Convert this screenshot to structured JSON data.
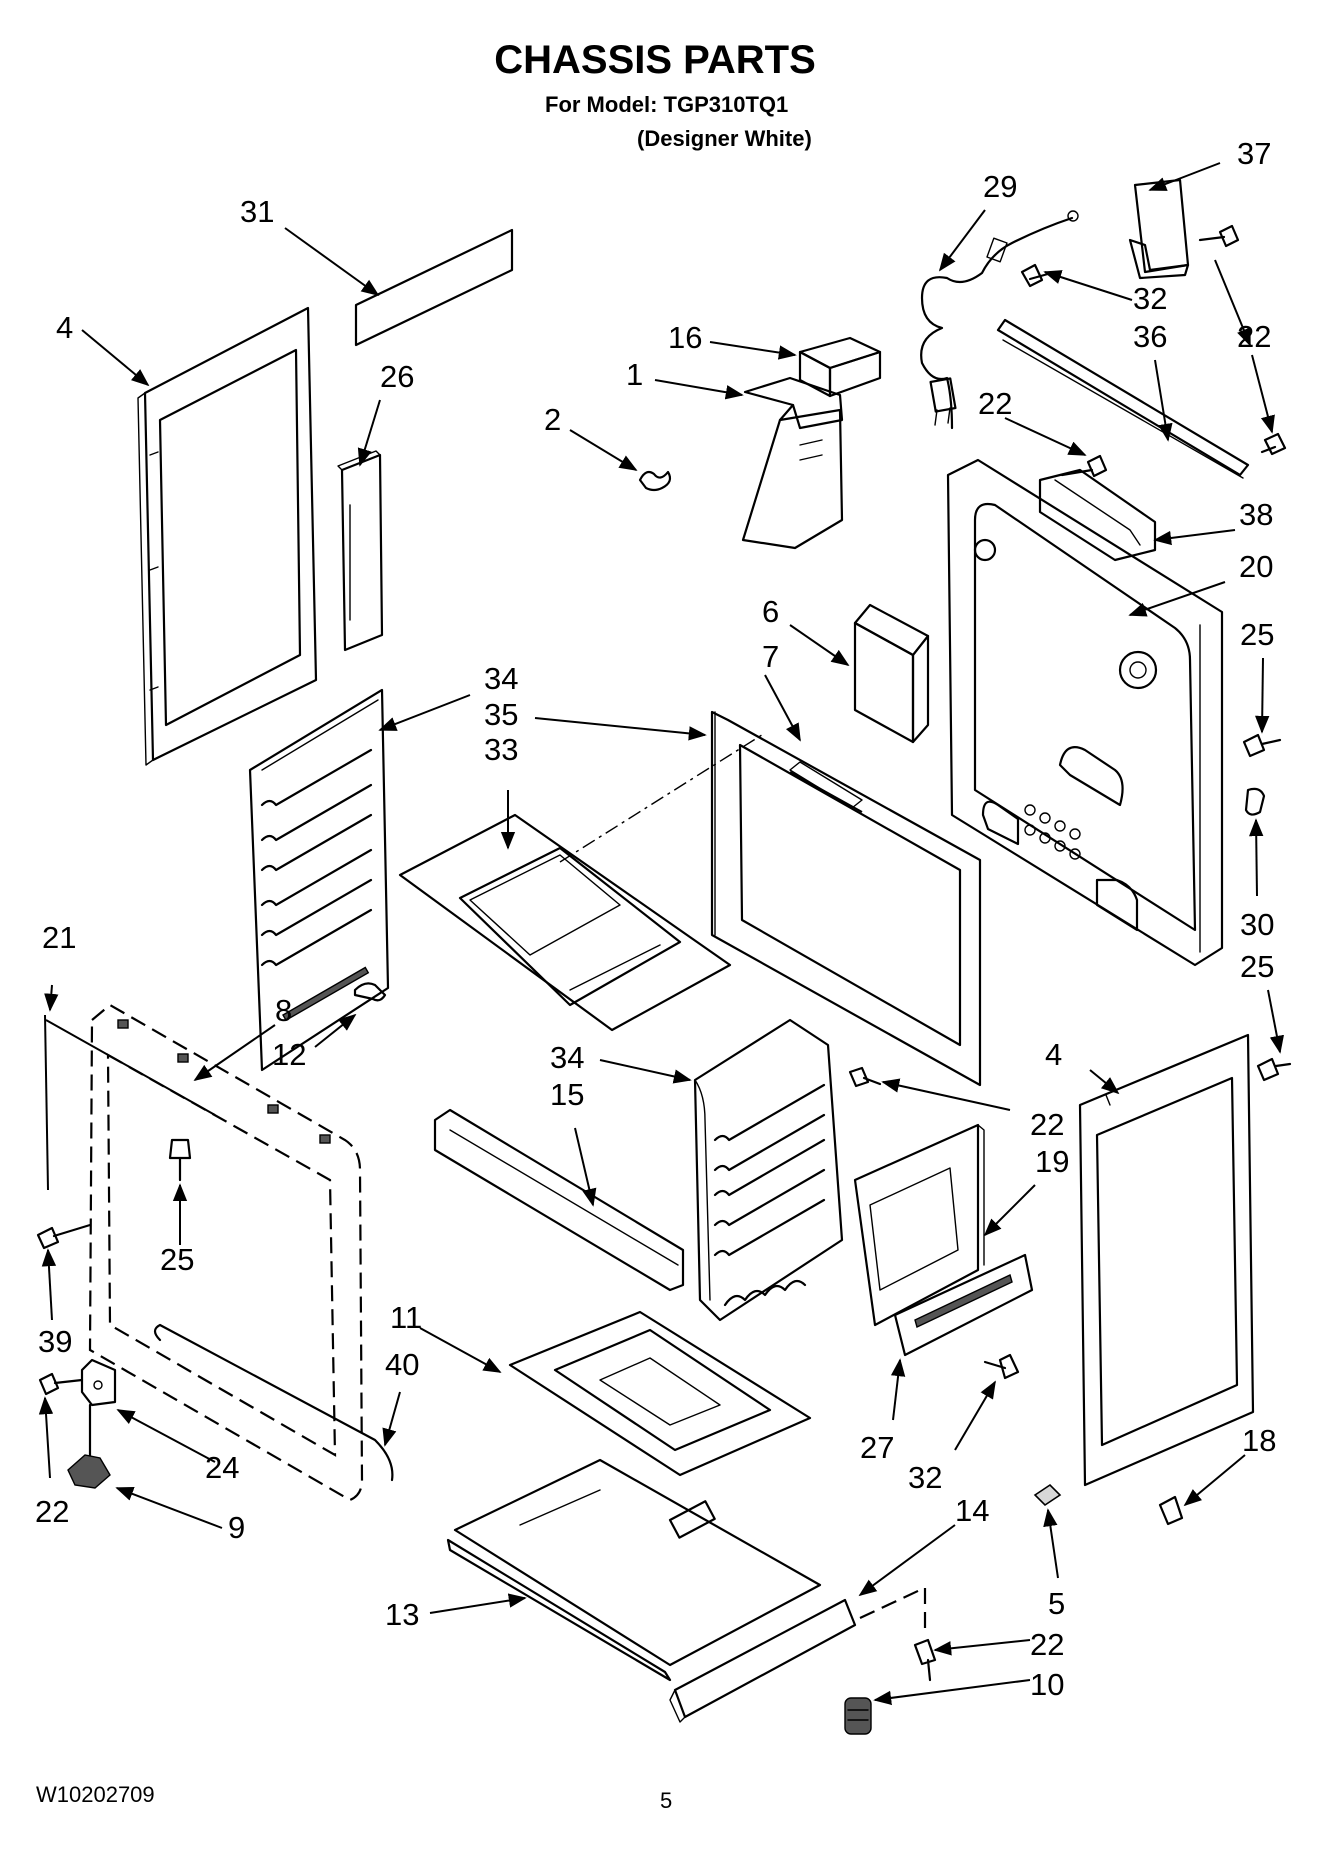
{
  "header": {
    "title": "CHASSIS PARTS",
    "model_line": "For Model: TGP310TQ1",
    "color_line": "(Designer White)"
  },
  "footer": {
    "document_number": "W10202709",
    "page_number": "5"
  },
  "callouts": [
    {
      "id": "c31",
      "label": "31"
    },
    {
      "id": "c4a",
      "label": "4"
    },
    {
      "id": "c26",
      "label": "26"
    },
    {
      "id": "c16",
      "label": "16"
    },
    {
      "id": "c1",
      "label": "1"
    },
    {
      "id": "c2",
      "label": "2"
    },
    {
      "id": "c29",
      "label": "29"
    },
    {
      "id": "c37",
      "label": "37"
    },
    {
      "id": "c32a",
      "label": "32"
    },
    {
      "id": "c36",
      "label": "36"
    },
    {
      "id": "c22a",
      "label": "22"
    },
    {
      "id": "c22b",
      "label": "22"
    },
    {
      "id": "c38",
      "label": "38"
    },
    {
      "id": "c20",
      "label": "20"
    },
    {
      "id": "c6",
      "label": "6"
    },
    {
      "id": "c7",
      "label": "7"
    },
    {
      "id": "c25a",
      "label": "25"
    },
    {
      "id": "c34a",
      "label": "34"
    },
    {
      "id": "c35",
      "label": "35"
    },
    {
      "id": "c33",
      "label": "33"
    },
    {
      "id": "c30",
      "label": "30"
    },
    {
      "id": "c25b",
      "label": "25"
    },
    {
      "id": "c21",
      "label": "21"
    },
    {
      "id": "c8",
      "label": "8"
    },
    {
      "id": "c12",
      "label": "12"
    },
    {
      "id": "c34b",
      "label": "34"
    },
    {
      "id": "c15",
      "label": "15"
    },
    {
      "id": "c4b",
      "label": "4"
    },
    {
      "id": "c22c",
      "label": "22"
    },
    {
      "id": "c19",
      "label": "19"
    },
    {
      "id": "c25c",
      "label": "25"
    },
    {
      "id": "c39",
      "label": "39"
    },
    {
      "id": "c11",
      "label": "11"
    },
    {
      "id": "c40",
      "label": "40"
    },
    {
      "id": "c24",
      "label": "24"
    },
    {
      "id": "c22d",
      "label": "22"
    },
    {
      "id": "c9",
      "label": "9"
    },
    {
      "id": "c27",
      "label": "27"
    },
    {
      "id": "c32b",
      "label": "32"
    },
    {
      "id": "c18",
      "label": "18"
    },
    {
      "id": "c14",
      "label": "14"
    },
    {
      "id": "c13",
      "label": "13"
    },
    {
      "id": "c5",
      "label": "5"
    },
    {
      "id": "c22e",
      "label": "22"
    },
    {
      "id": "c10",
      "label": "10"
    }
  ]
}
